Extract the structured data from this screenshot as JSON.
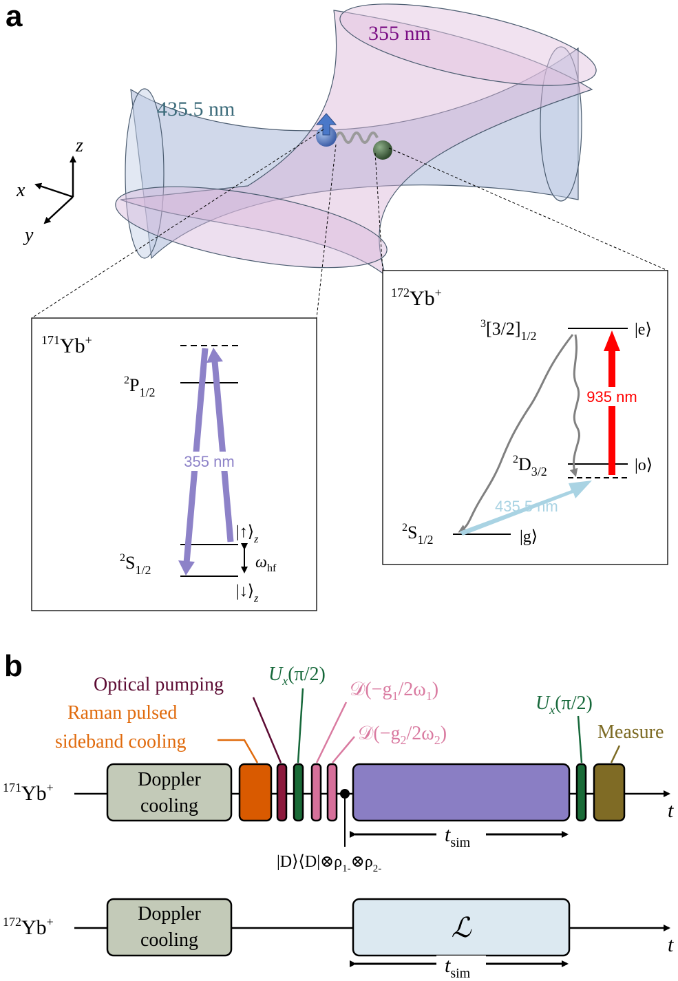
{
  "panel_a": {
    "label": "a",
    "beam_355": "355 nm",
    "beam_435": "435.5 nm",
    "axes": {
      "x": "x",
      "y": "y",
      "z": "z"
    },
    "yb171": {
      "mass": "171",
      "element": "Yb",
      "charge": "+",
      "level_p": "P",
      "level_p_sup": "2",
      "level_p_sub": "1/2",
      "level_s": "S",
      "level_s_sup": "2",
      "level_s_sub": "1/2",
      "laser": "355 nm",
      "ket_up": "|↑⟩",
      "ket_up_sub": "z",
      "ket_down": "|↓⟩",
      "ket_down_sub": "z",
      "omega": "ω",
      "omega_sub": "hf"
    },
    "yb172": {
      "mass": "172",
      "element": "Yb",
      "charge": "+",
      "level_e": "[3/2]",
      "level_e_sup": "3",
      "level_e_sub": "1/2",
      "ket_e": "|e⟩",
      "level_d": "D",
      "level_d_sup": "2",
      "level_d_sub": "3/2",
      "ket_o": "|o⟩",
      "level_s": "S",
      "level_s_sup": "2",
      "level_s_sub": "1/2",
      "ket_g": "|g⟩",
      "laser_935": "935 nm",
      "laser_435": "435.5 nm"
    }
  },
  "panel_b": {
    "label": "b",
    "optical_pumping": "Optical pumping",
    "raman_line1": "Raman pulsed",
    "raman_line2": "sideband cooling",
    "ux": "U",
    "ux_sub": "x",
    "ux_arg": "(π/2)",
    "d1": "𝒟(−g",
    "d1_sub": "1",
    "d1_mid": "/2ω",
    "d1_sub2": "1",
    "d1_end": ")",
    "d2": "𝒟(−g",
    "d2_sub": "2",
    "d2_mid": "/2ω",
    "d2_sub2": "2",
    "d2_end": ")",
    "measure": "Measure",
    "row1_mass": "171",
    "row1_ion": "Yb",
    "row1_charge": "+",
    "row2_mass": "172",
    "row2_ion": "Yb",
    "row2_charge": "+",
    "doppler_line1": "Doppler",
    "doppler_line2": "cooling",
    "t": "t",
    "tsim": "t",
    "tsim_sub": "sim",
    "state_label": "|D⟩⟨D|⊗ρ",
    "state_sub1": "1-",
    "state_mid": "⊗ρ",
    "state_sub2": "2-",
    "lindblad": "ℒ"
  },
  "colors": {
    "beam_blue": "#a9b8d8",
    "beam_pink": "#d9b3d6",
    "laser_355": "#8d82c8",
    "laser_935": "#ff0000",
    "laser_435": "#a9d3e3",
    "doppler_fill": "#c3cab8",
    "raman_fill": "#d95a00",
    "pump_fill": "#8c1a3d",
    "ux_fill": "#1a6b37",
    "disp_fill": "#d6709a",
    "sim_fill": "#8a7ec4",
    "measure_fill": "#7f6b25",
    "lindblad_fill": "#dce9f1",
    "text_optical": "#5c0b33",
    "text_raman": "#e06a0c",
    "text_ux": "#16683a",
    "text_disp": "#d97aa0",
    "text_measure": "#7c6a23",
    "text_355": "#7a0e84",
    "text_435": "#3c6b7a"
  }
}
